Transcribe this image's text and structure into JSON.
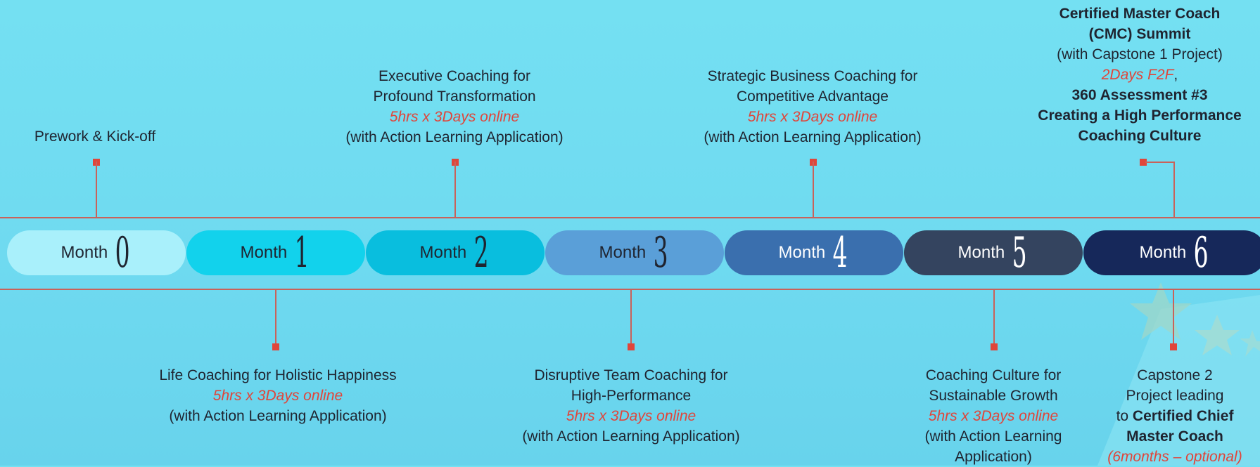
{
  "months": [
    {
      "label": "Month",
      "num": "0"
    },
    {
      "label": "Month",
      "num": "1"
    },
    {
      "label": "Month",
      "num": "2"
    },
    {
      "label": "Month",
      "num": "3"
    },
    {
      "label": "Month",
      "num": "4"
    },
    {
      "label": "Month",
      "num": "5"
    },
    {
      "label": "Month",
      "num": "6"
    }
  ],
  "top": {
    "m0": {
      "l1": "Prework & Kick-off"
    },
    "m2": {
      "l1": "Executive Coaching for",
      "l2": "Profound Transformation",
      "l3": "5hrs x 3Days online",
      "l4": "(with Action Learning Application)"
    },
    "m4": {
      "l1": "Strategic Business Coaching for",
      "l2": "Competitive Advantage",
      "l3": "5hrs x 3Days online",
      "l4": "(with Action Learning Application)"
    },
    "m6": {
      "l1": "Certified Master Coach",
      "l2": "(CMC) Summit",
      "l3": "(with Capstone 1 Project)",
      "l4": "2Days F2F",
      "l4b": ",",
      "l5": "360 Assessment #3",
      "l6": "Creating a High Performance",
      "l7": "Coaching Culture"
    }
  },
  "bottom": {
    "m1": {
      "l1": "Life Coaching for Holistic Happiness",
      "l2": "5hrs x 3Days online",
      "l3": "(with Action Learning Application)"
    },
    "m3": {
      "l1": "Disruptive Team Coaching for",
      "l2": "High-Performance",
      "l3": "5hrs x 3Days online",
      "l4": "(with Action Learning Application)"
    },
    "m5": {
      "l1": "Coaching Culture for",
      "l2": "Sustainable Growth",
      "l3": "5hrs x 3Days online",
      "l4": "(with Action Learning",
      "l5": "Application)"
    },
    "m6": {
      "l1": "Capstone 2",
      "l2": "Project leading",
      "l3a": "to ",
      "l3b": "Certified Chief",
      "l4": "Master Coach",
      "l5": "(6months – optional)"
    }
  },
  "colors": {
    "accent": "#e0453a",
    "line": "#c9625a",
    "bg": "#74e0f2"
  }
}
